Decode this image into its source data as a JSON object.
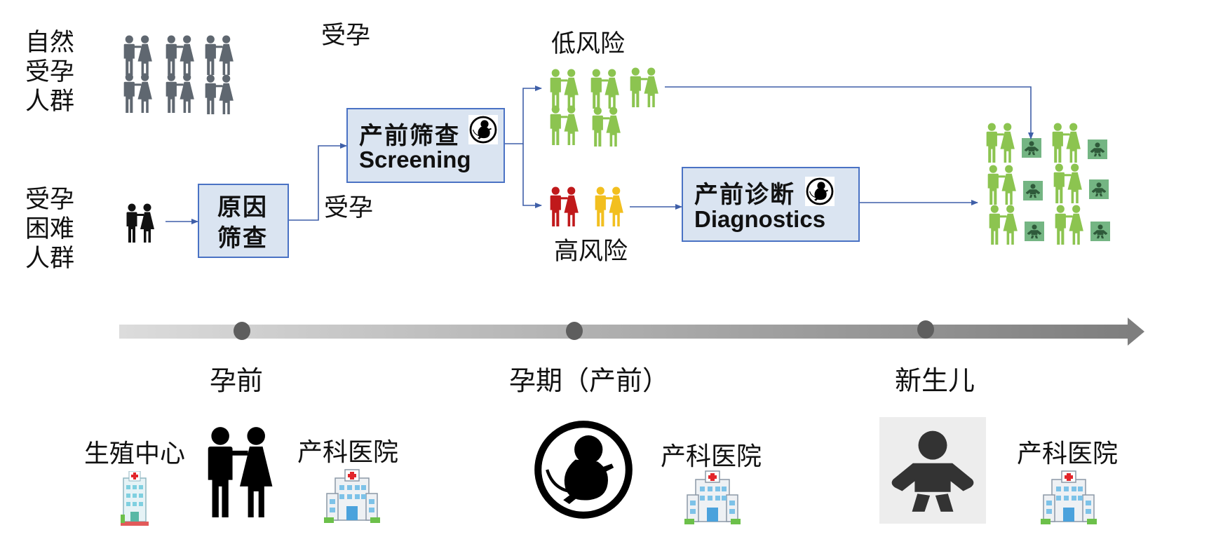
{
  "populations": {
    "natural": "自然\n受孕\n人群",
    "difficult": "受孕\n困难\n人群"
  },
  "flow": {
    "conceive_top": "受孕",
    "conceive_mid": "受孕",
    "low_risk": "低风险",
    "high_risk": "高风险"
  },
  "boxes": {
    "cause_screening": "原因\n筛查",
    "screening_cn": "产前筛查",
    "screening_en": "Screening",
    "diagnostics_cn": "产前诊断",
    "diagnostics_en": "Diagnostics"
  },
  "timeline": {
    "stages": [
      "孕前",
      "孕期（产前）",
      "新生儿"
    ]
  },
  "facilities": {
    "reproductive_center": "生殖中心",
    "ob_hospital_1": "产科医院",
    "ob_hospital_2": "产科医院",
    "ob_hospital_3": "产科医院"
  },
  "colors": {
    "gray_people": "#5f6770",
    "black": "#111111",
    "green": "#8cc450",
    "red": "#c0191b",
    "yellow": "#f2bf1f",
    "box_fill": "#dae4f1",
    "box_border": "#4a72c4",
    "arrow_line": "#3f5fa8",
    "baby_bg": "#74b583"
  },
  "icons": [
    "couple-icon",
    "embryo-icon",
    "baby-icon",
    "hospital-icon"
  ]
}
